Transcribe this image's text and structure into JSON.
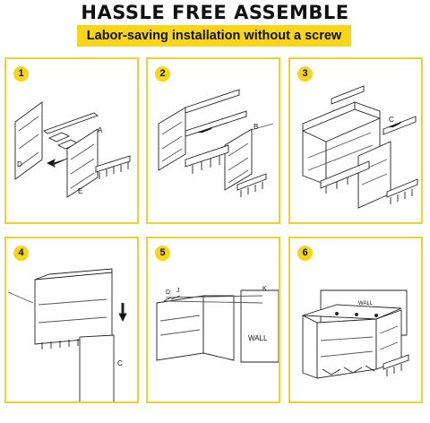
{
  "header": {
    "title": "HASSLE FREE ASSEMBLE",
    "subtitle": "Labor-saving installation without a screw"
  },
  "steps": [
    {
      "number": "1",
      "labels": {
        "a": "A",
        "d": "D",
        "e": "E"
      }
    },
    {
      "number": "2",
      "labels": {
        "b": "B"
      }
    },
    {
      "number": "3",
      "labels": {
        "c": "C"
      }
    },
    {
      "number": "4",
      "labels": {
        "c": "C"
      }
    },
    {
      "number": "5",
      "labels": {
        "d": "D",
        "j": "J",
        "k": "K",
        "wall": "WALL"
      }
    },
    {
      "number": "6",
      "labels": {
        "wall": "WALL"
      }
    }
  ],
  "colors": {
    "accent": "#f6d51b",
    "panel_border": "#f1cf2d"
  }
}
